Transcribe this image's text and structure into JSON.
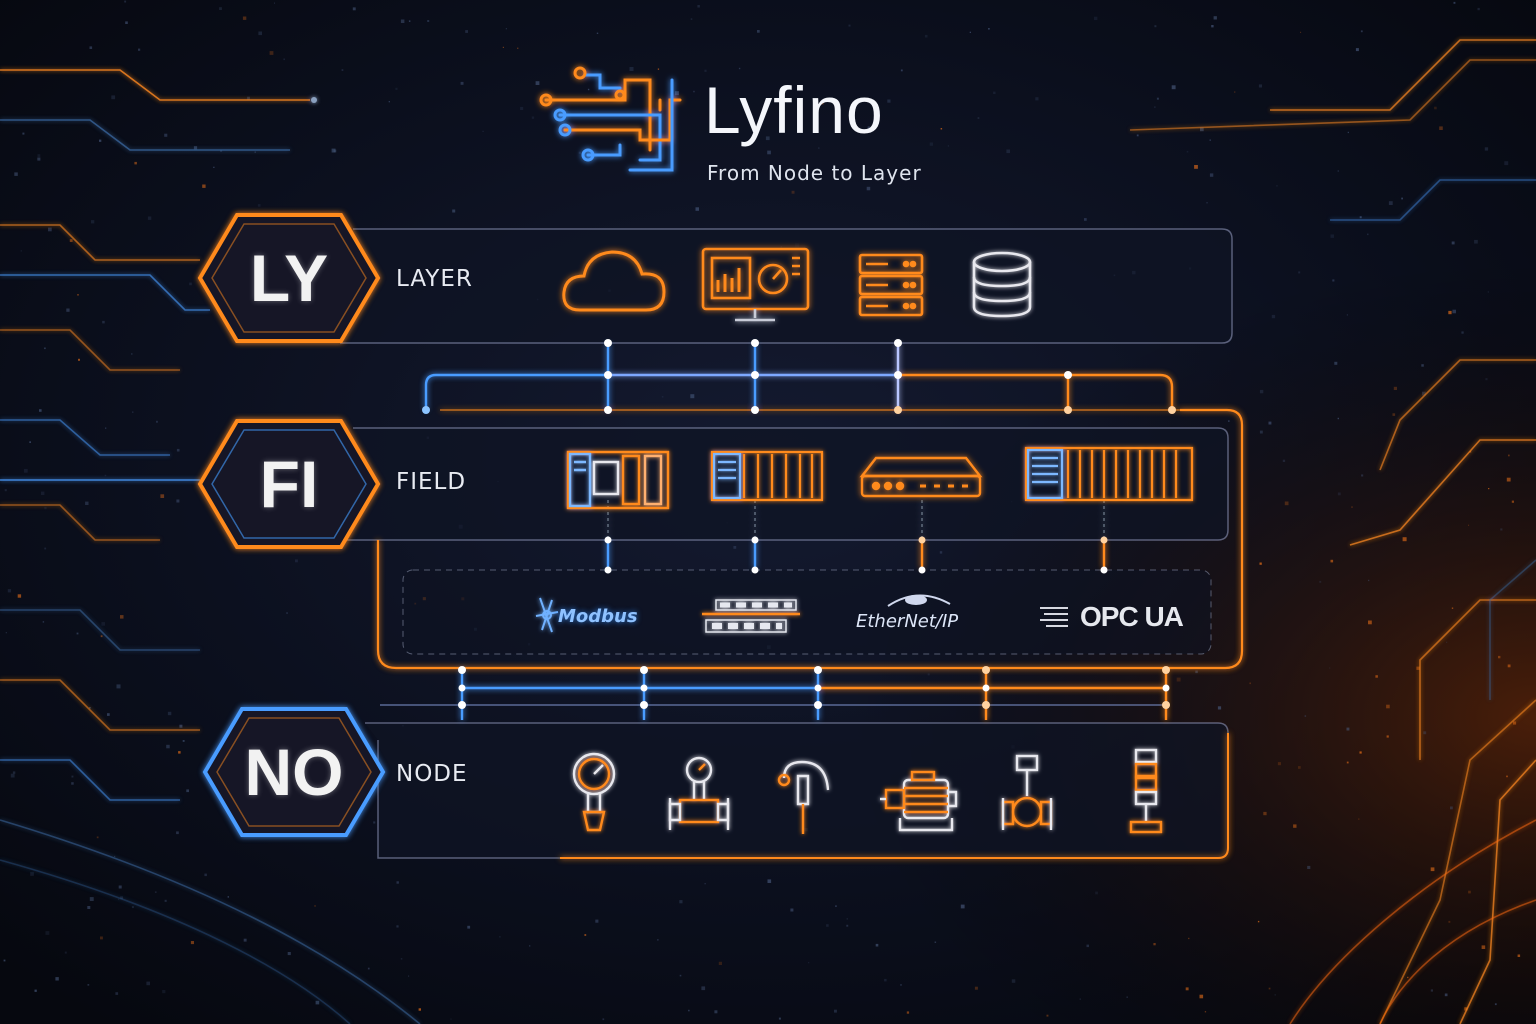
{
  "brand": {
    "name": "Lyfino",
    "tagline": "From Node to Layer"
  },
  "tiers": [
    {
      "code": "LY",
      "label": "LAYER",
      "accent": "#ff8a1e"
    },
    {
      "code": "FI",
      "label": "FIELD",
      "accent": "#ff8a1e"
    },
    {
      "code": "NO",
      "label": "NODE",
      "accent": "#4a9cff"
    }
  ],
  "layer_icons": [
    "cloud-icon",
    "dashboard-monitor-icon",
    "server-rack-icon",
    "database-icon"
  ],
  "field_icons": [
    "plc-controller-icon",
    "io-module-rack-icon",
    "network-gateway-icon",
    "modular-controller-icon"
  ],
  "protocols": [
    {
      "name": "Modbus"
    },
    {
      "name": "",
      "logo": "profinet-logo"
    },
    {
      "name": "EtherNet/IP"
    },
    {
      "name": "OPC UA"
    }
  ],
  "node_icons": [
    "pressure-gauge-icon",
    "flow-meter-icon",
    "temperature-probe-icon",
    "electric-motor-icon",
    "control-valve-icon",
    "signal-tower-icon"
  ],
  "colors": {
    "orange": "#ff8a1e",
    "blue": "#4a9cff",
    "background": "#0a0d18",
    "text": "#f2f2f2"
  }
}
